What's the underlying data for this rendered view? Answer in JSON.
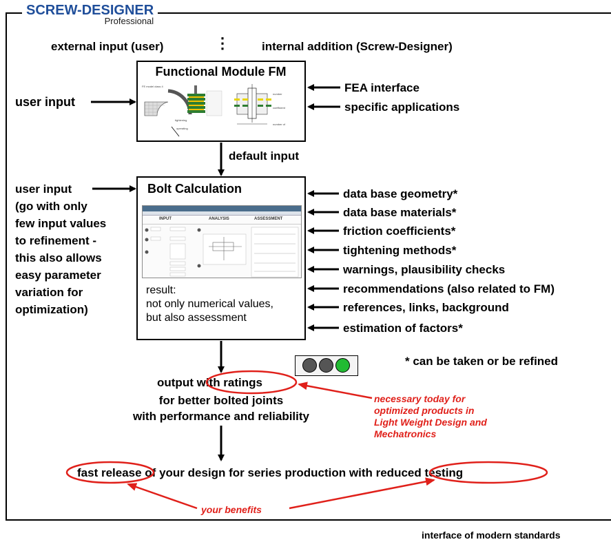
{
  "logo": {
    "name": "SCREW-DESIGNER",
    "sub": "Professional"
  },
  "header": {
    "left": "external input (user)",
    "separator": "⋮",
    "right": "internal addition (Screw-Designer)"
  },
  "fm": {
    "title": "Functional Module FM",
    "img_labels": [
      "FE model class 4",
      "tightening",
      "operating"
    ],
    "left_input": "user input",
    "right_inputs": [
      "FEA interface",
      "specific applications"
    ]
  },
  "default_input": "default input",
  "bolt": {
    "title": "Bolt Calculation",
    "screen_cols": [
      "INPUT",
      "ANALYSIS",
      "ASSESSMENT"
    ],
    "result": [
      "result:",
      "not only numerical values,",
      "but also assessment"
    ],
    "left_input_lines": [
      "user input",
      "(go with only",
      "few input values",
      "to refinement -",
      "this also allows",
      "easy parameter",
      "variation for",
      "optimization)"
    ],
    "right_inputs": [
      "data base geometry*",
      "data base materials*",
      "friction coefficients*",
      "tightening methods*",
      "warnings, plausibility checks",
      "recommendations (also related to FM)",
      "references, links, background",
      "estimation of factors*"
    ]
  },
  "footnote": "* can be taken or be refined",
  "traffic_light": {
    "colors": [
      "#555555",
      "#555555",
      "#22bb33"
    ]
  },
  "output": {
    "line1_a": "output ",
    "line1_b": "with ratings",
    "line2": "for better bolted joints",
    "line3": "with performance and reliability"
  },
  "note": [
    "necessary today for",
    "optimized products in",
    "Light Weight Design and",
    "Mechatronics"
  ],
  "release": {
    "part1": "fast release",
    "part2": " of your design for series production with ",
    "part3": "reduced testing"
  },
  "benefits": "your benefits",
  "bottom_caption": "interface of modern standards",
  "colors": {
    "accent_red": "#e0201a",
    "logo_blue": "#1f4e9a"
  }
}
